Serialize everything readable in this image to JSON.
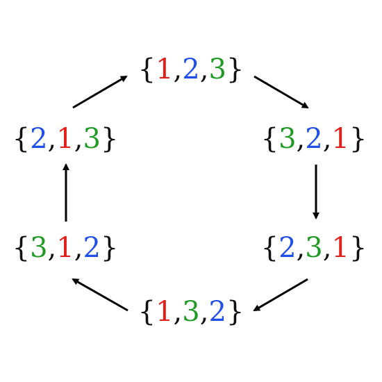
{
  "colors": {
    "1": "#e0201b",
    "2": "#1f4fe6",
    "3": "#1f9a24",
    "brace": "#111111",
    "arrow": "#000000"
  },
  "brace_open": "{",
  "brace_close": "}",
  "separator": ",",
  "nodes": [
    {
      "id": "top",
      "seq": [
        "1",
        "2",
        "3"
      ]
    },
    {
      "id": "upper-right",
      "seq": [
        "3",
        "2",
        "1"
      ]
    },
    {
      "id": "lower-right",
      "seq": [
        "2",
        "3",
        "1"
      ]
    },
    {
      "id": "bottom",
      "seq": [
        "1",
        "3",
        "2"
      ]
    },
    {
      "id": "lower-left",
      "seq": [
        "3",
        "1",
        "2"
      ]
    },
    {
      "id": "upper-left",
      "seq": [
        "2",
        "1",
        "3"
      ]
    }
  ],
  "edges": [
    {
      "from": "top",
      "to": "upper-right"
    },
    {
      "from": "upper-right",
      "to": "lower-right"
    },
    {
      "from": "lower-right",
      "to": "bottom"
    },
    {
      "from": "bottom",
      "to": "lower-left"
    },
    {
      "from": "lower-left",
      "to": "upper-left"
    },
    {
      "from": "upper-left",
      "to": "top"
    }
  ]
}
